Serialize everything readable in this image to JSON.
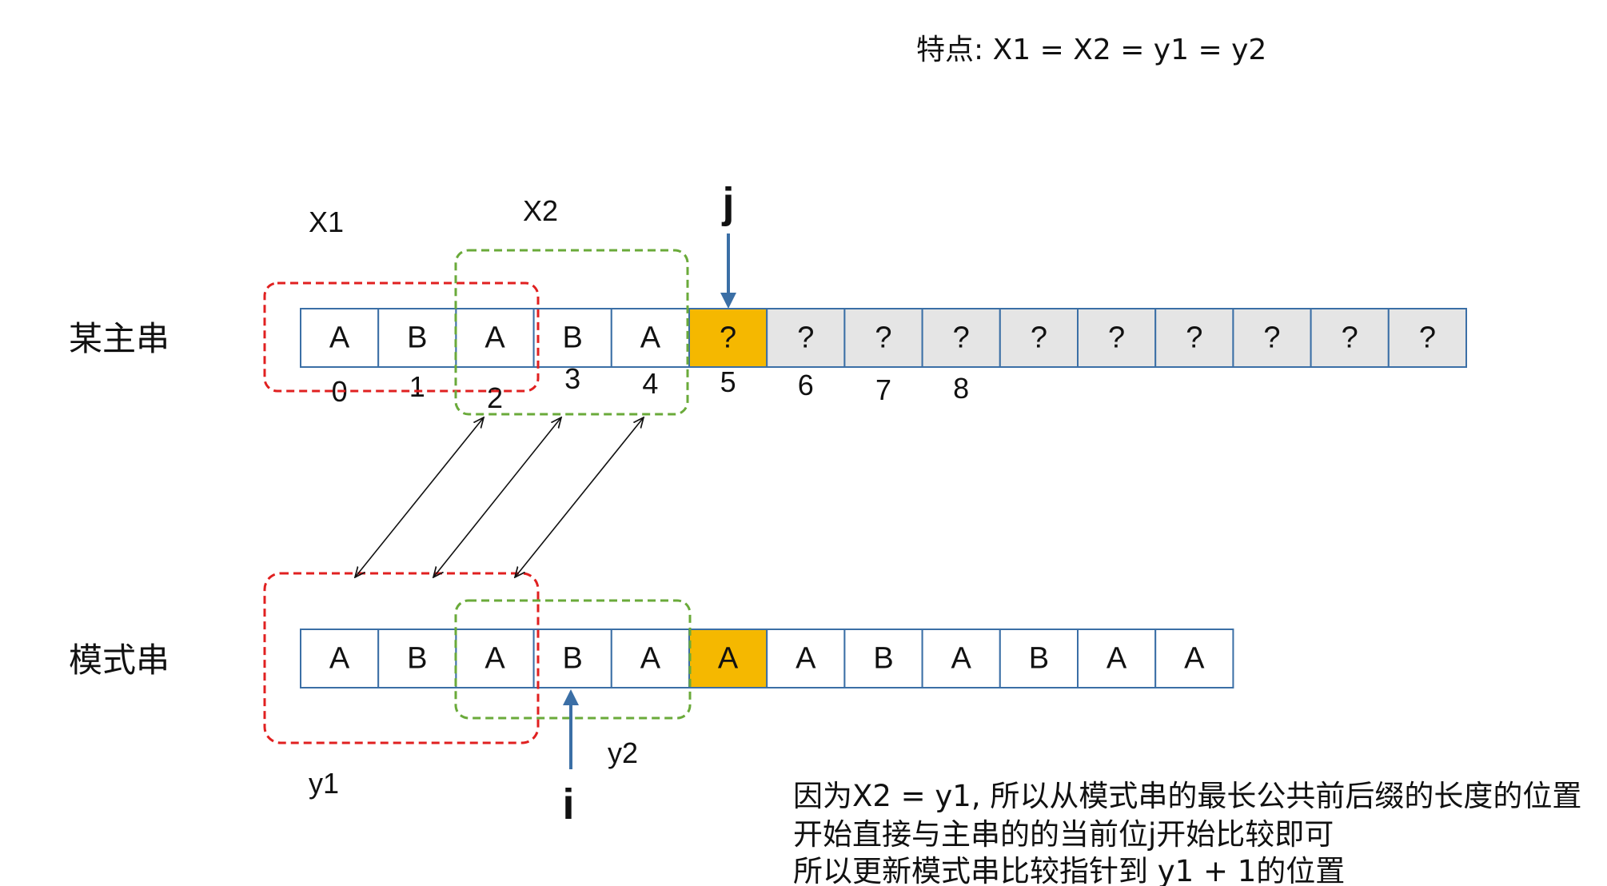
{
  "title": "特点: X1 = X2 = y1 = y2",
  "main_row": {
    "label": "某主串",
    "cells": [
      "A",
      "B",
      "A",
      "B",
      "A",
      "?",
      "?",
      "?",
      "?",
      "?",
      "?",
      "?",
      "?",
      "?",
      "?"
    ],
    "highlight_index": 5,
    "indices": [
      "0",
      "1",
      "2",
      "3",
      "4",
      "5",
      "6",
      "7",
      "8"
    ]
  },
  "pattern_row": {
    "label": "模式串",
    "cells": [
      "A",
      "B",
      "A",
      "B",
      "A",
      "A",
      "A",
      "B",
      "A",
      "B",
      "A",
      "A"
    ],
    "highlight_index": 5
  },
  "groups": {
    "x1": "X1",
    "x2": "X2",
    "y1": "y1",
    "y2": "y2"
  },
  "pointers": {
    "j": "j",
    "i": "i"
  },
  "note": [
    "因为X2 = y1, 所以从模式串的最长公共前后缀的长度的位置",
    "开始直接与主串的的当前位j开始比较即可",
    "所以更新模式串比较指针到 y1 + 1的位置"
  ],
  "colors": {
    "cell_border": "#3b6fa6",
    "highlight_fill": "#f5b800",
    "unknown_fill": "#e5e5e5",
    "red_dashed": "#e02020",
    "green_dashed": "#6aaa3a",
    "pointer_arrow": "#3b6fa6"
  }
}
